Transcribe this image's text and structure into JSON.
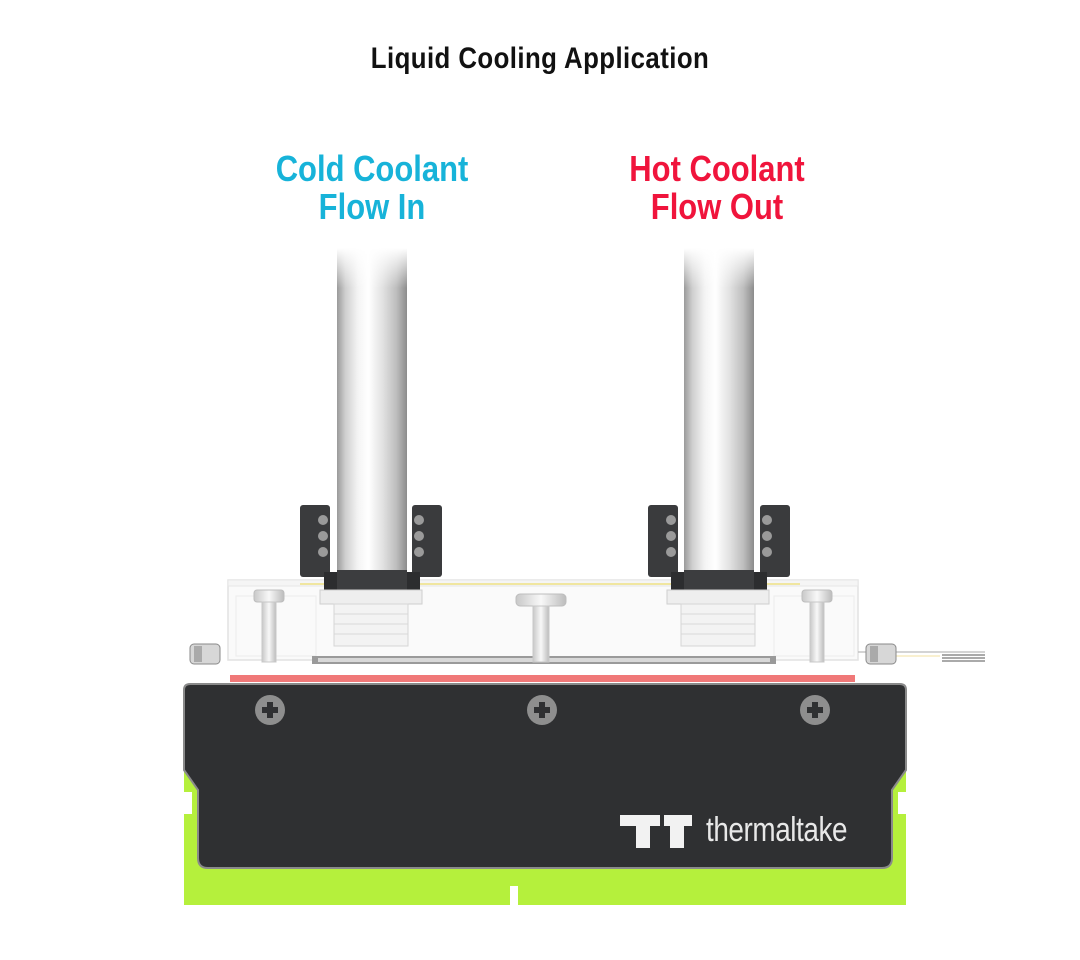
{
  "title": "Liquid Cooling Application",
  "cold_label": {
    "line1": "Cold Coolant",
    "line2": "Flow In",
    "color": "#17b3d9"
  },
  "hot_label": {
    "line1": "Hot Coolant",
    "line2": "Flow Out",
    "color": "#f0143c"
  },
  "brand": {
    "name": "thermaltake",
    "logo_icon": "tt-logo-icon"
  },
  "colors": {
    "heatsink": "#2f3032",
    "pcb": "#b5f03c",
    "thermal_pad": "#f07878",
    "tube": "#d8d8d8",
    "fitting": "#3a3b3d"
  }
}
